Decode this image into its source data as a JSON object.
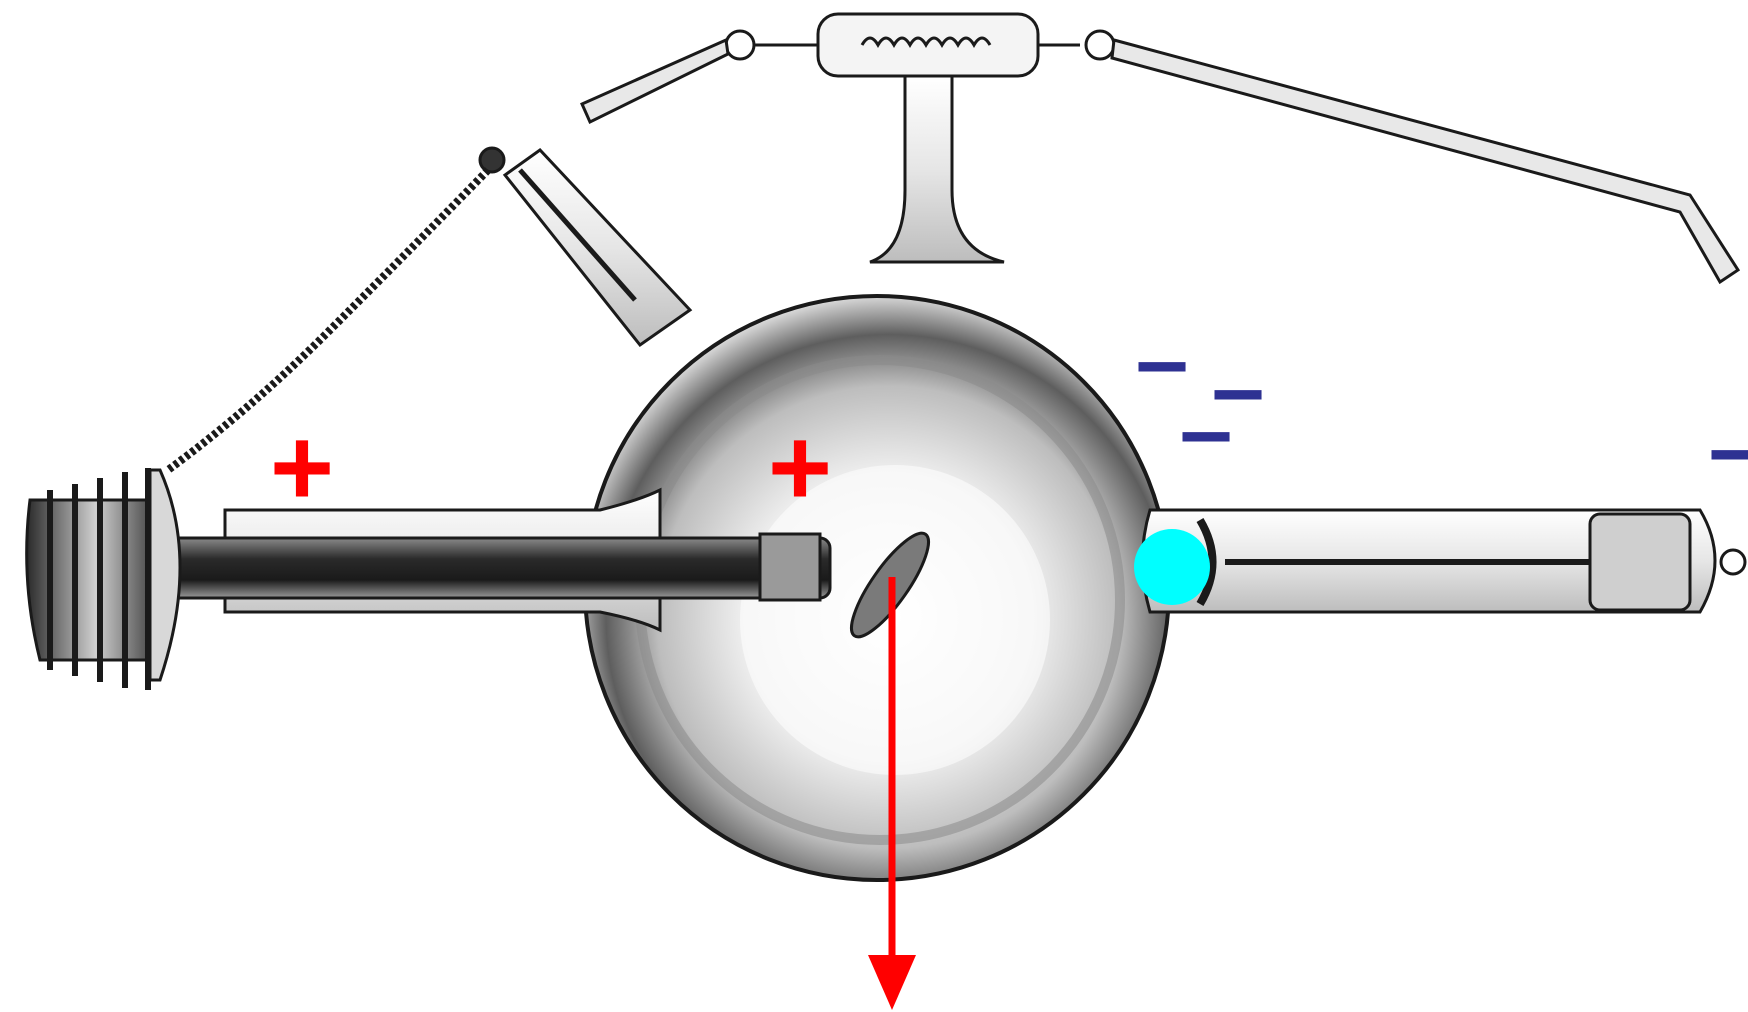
{
  "diagram": {
    "colors": {
      "background": "#ffffff",
      "ink": "#1a1a1a",
      "glass_light": "#f2f2f2",
      "glass_mid": "#c9c9c9",
      "glass_dark": "#6d6d6d",
      "positive": "#ff0000",
      "negative": "#2e3192",
      "electron": "#00ffff",
      "beam": "#ff0000"
    },
    "labels": {
      "positive_sign": "+",
      "negative_sign": "–"
    },
    "icons": {
      "positive": "plus-sign",
      "negative": "minus-sign",
      "electron": "cyan-dot",
      "beam": "down-arrow"
    }
  }
}
